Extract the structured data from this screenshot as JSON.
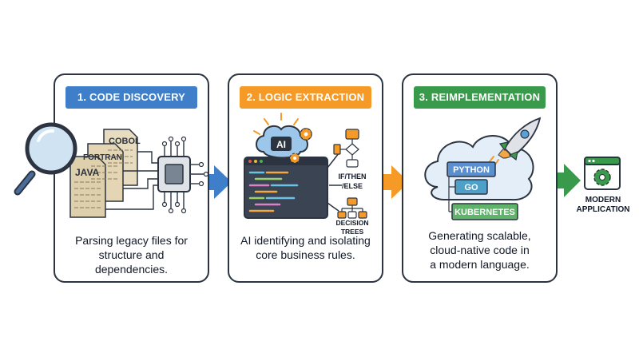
{
  "steps": [
    {
      "title": "1. CODE DISCOVERY",
      "color": "#3f7fc9",
      "description_lines": [
        "Parsing legacy files for",
        "structure and dependencies."
      ],
      "file_labels": [
        "COBOL",
        "FORTRAN",
        "JAVA"
      ]
    },
    {
      "title": "2. LOGIC EXTRACTION",
      "color": "#f59a27",
      "description_lines": [
        "AI identifying and isolating",
        "core business rules."
      ],
      "brain_label": "AI",
      "outputs": [
        "IF/THEN/ELSE",
        "DECISION TREES"
      ]
    },
    {
      "title": "3. REIMPLEMENTATION",
      "color": "#3a9a4b",
      "description_lines": [
        "Generating scalable,",
        "cloud-native code in",
        "a modern language."
      ],
      "stack": [
        "PYTHON",
        "GO",
        "KUBERNETES"
      ]
    }
  ],
  "result": {
    "label_lines": [
      "MODERN",
      "APPLICATION"
    ]
  },
  "arrow_colors": [
    "#3f7fc9",
    "#f59a27",
    "#3a9a4b"
  ]
}
